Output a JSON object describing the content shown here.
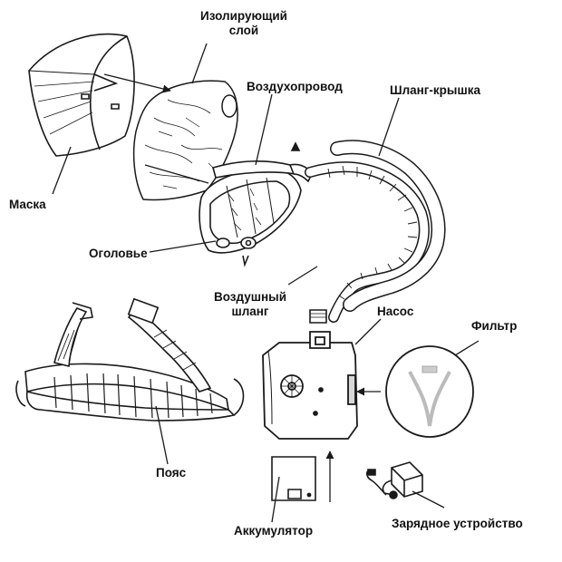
{
  "labels": {
    "insulating_layer": [
      "Изолирующий",
      "слой"
    ],
    "air_duct": "Воздухопровод",
    "hose_cover": "Шланг-крышка",
    "mask": "Маска",
    "headgear": "Оголовье",
    "air_hose": [
      "Воздушный",
      "шланг"
    ],
    "pump": "Насос",
    "filter": "Фильтр",
    "belt": "Пояс",
    "battery": "Аккумулятор",
    "charger": "Зарядное устройство"
  },
  "colors": {
    "line": "#1a1a1a",
    "fill": "#ffffff",
    "shade": "#d8d8d8",
    "text": "#111111"
  }
}
